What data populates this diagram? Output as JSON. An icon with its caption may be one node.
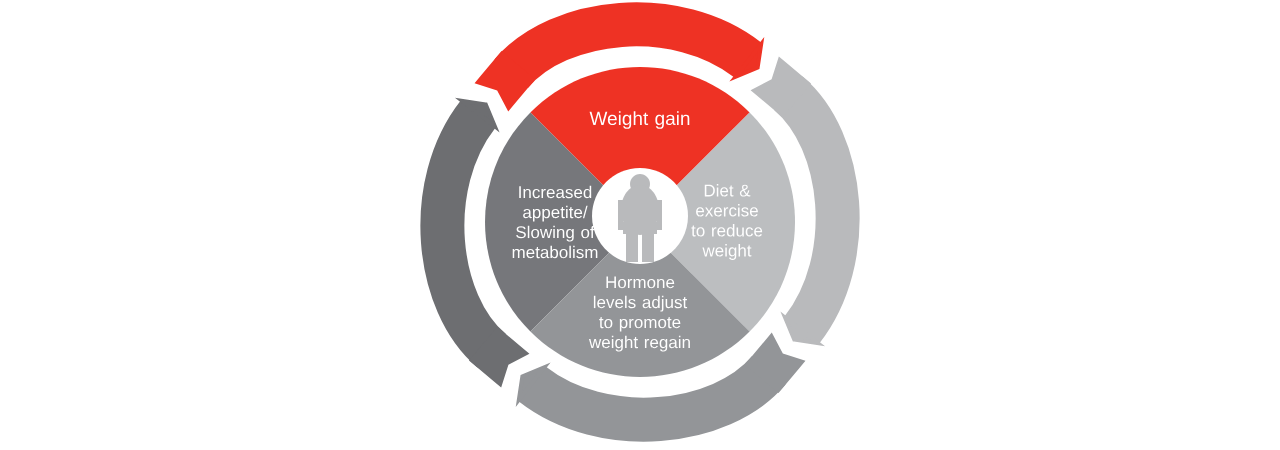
{
  "diagram": {
    "nodes": [
      {
        "text": [
          "Weight gain"
        ]
      },
      {
        "text": [
          "Increased appetite/ Slowing of metabolism"
        ]
      },
      {
        "text": [
          "Diet & exercise to reduce weight"
        ]
      },
      {
        "text": [
          "Hormone levels adjust to promote weight regain"
        ]
      }
    ],
    "edges": [
      {
        "from": 1,
        "to": 0,
        "arrow": "to",
        "color": "#ee3224"
      },
      {
        "from": 0,
        "to": 2,
        "arrow": "to",
        "color": "#b9babc"
      },
      {
        "from": 2,
        "to": 3,
        "arrow": "to",
        "color": "#939598"
      },
      {
        "from": 3,
        "to": 1,
        "arrow": "to",
        "color": "#6d6e71"
      }
    ]
  }
}
